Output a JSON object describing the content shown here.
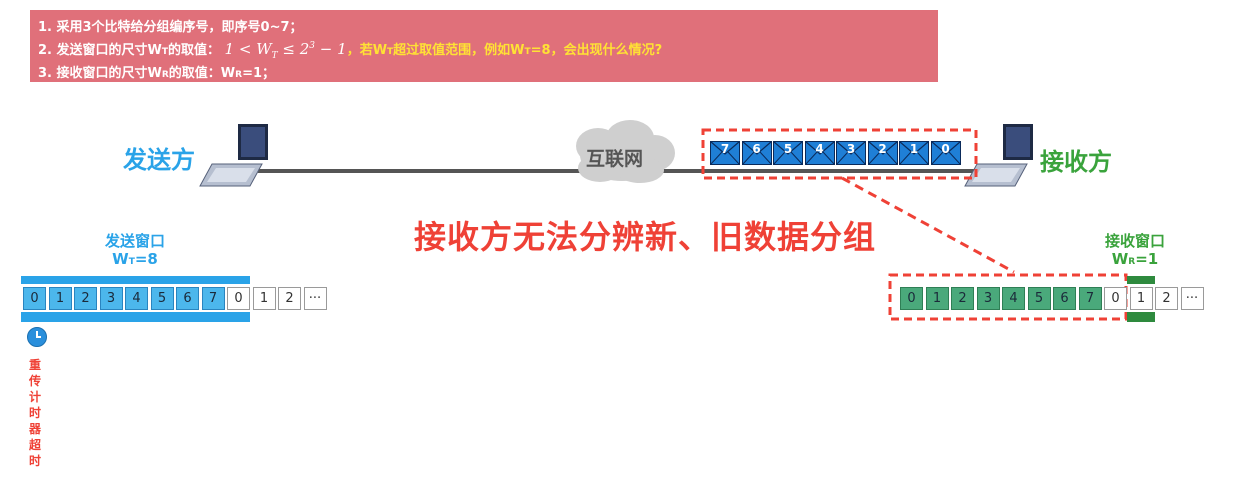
{
  "notes": {
    "line1": "1. 采用3个比特给分组编序号，即序号0~7；",
    "line2_prefix": "2. 发送窗口的尺寸W",
    "line2_sub": "T",
    "line2_mid": "的取值：",
    "line2_math": "1 < W",
    "line2_math_sub": "T",
    "line2_math_tail": " ≤ 2",
    "line2_math_sup": "3",
    "line2_math_end": " − 1",
    "line2_question": "，若W",
    "line2_question_sub": "T",
    "line2_question_tail": "超过取值范围，例如W",
    "line2_question_sub2": "T",
    "line2_question_end": "=8，会出现什么情况?",
    "line3_prefix": "3. 接收窗口的尺寸W",
    "line3_sub": "R",
    "line3_tail": "的取值：W",
    "line3_sub2": "R",
    "line3_end": "=1；"
  },
  "sender": {
    "label": "发送方"
  },
  "receiver": {
    "label": "接收方"
  },
  "network": {
    "label": "互联网"
  },
  "in_flight_packets": [
    "7",
    "6",
    "5",
    "4",
    "3",
    "2",
    "1",
    "0"
  ],
  "warning": "接收方无法分辨新、旧数据分组",
  "send_window": {
    "title": "发送窗口",
    "size_prefix": "W",
    "size_sub": "T",
    "size_tail": "=8",
    "cells": [
      "0",
      "1",
      "2",
      "3",
      "4",
      "5",
      "6",
      "7",
      "0",
      "1",
      "2",
      "···"
    ],
    "highlighted_count": 8
  },
  "recv_window": {
    "title": "接收窗口",
    "size_prefix": "W",
    "size_sub": "R",
    "size_tail": "=1",
    "cells": [
      "0",
      "1",
      "2",
      "3",
      "4",
      "5",
      "6",
      "7",
      "0",
      "1",
      "2",
      "···"
    ],
    "received_count": 8
  },
  "timer": {
    "chars": [
      "重",
      "传",
      "计",
      "时",
      "器",
      "超",
      "时"
    ]
  },
  "colors": {
    "banner": "#e0707a",
    "sender": "#2aa3e8",
    "receiver": "#3aa33c",
    "warning": "#ef4136",
    "send_cell": "#4cb7ec",
    "recv_cell": "#4aa97b",
    "recv_window_bar": "#2e8a3e",
    "dash": "#ef4136"
  }
}
